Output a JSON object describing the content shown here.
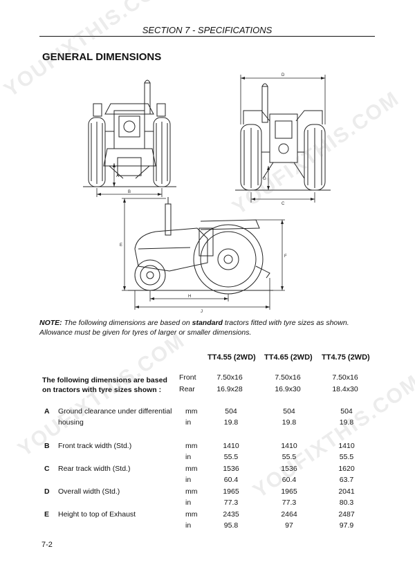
{
  "header": {
    "section": "SECTION 7  - SPECIFICATIONS"
  },
  "title": "GENERAL DIMENSIONS",
  "figure_labels": {
    "A": "A",
    "B": "B",
    "C": "C",
    "D": "D",
    "E": "E",
    "F": "F",
    "G": "G",
    "H": "H",
    "J": "J"
  },
  "note": {
    "lead": "NOTE:",
    "pre": " The following dimensions are based on ",
    "bold": "standard",
    "post": " tractors fitted with tyre sizes as shown. Allowance must be given for tyres of larger or smaller dimensions."
  },
  "models": [
    "TT4.55 (2WD)",
    "TT4.65 (2WD)",
    "TT4.75 (2WD)"
  ],
  "intro": "The following dimensions are based on tractors with tyre sizes shown :",
  "tyres": [
    {
      "position": "Front",
      "values": [
        "7.50x16",
        "7.50x16",
        "7.50x16"
      ]
    },
    {
      "position": "Rear",
      "values": [
        "16.9x28",
        "16.9x30",
        "18.4x30"
      ]
    }
  ],
  "rows": [
    {
      "letter": "A",
      "label": "Ground clearance under differential",
      "label2": "housing",
      "units": [
        {
          "unit": "mm",
          "values": [
            "504",
            "504",
            "504"
          ]
        },
        {
          "unit": "in",
          "values": [
            "19.8",
            "19.8",
            "19.8"
          ]
        }
      ]
    },
    {
      "letter": "B",
      "label": "Front track width (Std.)",
      "label2": "",
      "units": [
        {
          "unit": "mm",
          "values": [
            "1410",
            "1410",
            "1410"
          ]
        },
        {
          "unit": "in",
          "values": [
            "55.5",
            "55.5",
            "55.5"
          ]
        }
      ]
    },
    {
      "letter": "C",
      "label": "Rear track width (Std.)",
      "label2": "",
      "units": [
        {
          "unit": "mm",
          "values": [
            "1536",
            "1536",
            "1620"
          ]
        },
        {
          "unit": "in",
          "values": [
            "60.4",
            "60.4",
            "63.7"
          ]
        }
      ]
    },
    {
      "letter": "D",
      "label": "Overall width (Std.)",
      "label2": "",
      "units": [
        {
          "unit": "mm",
          "values": [
            "1965",
            "1965",
            "2041"
          ]
        },
        {
          "unit": "in",
          "values": [
            "77.3",
            "77.3",
            "80.3"
          ]
        }
      ]
    },
    {
      "letter": "E",
      "label": "Height to top of Exhaust",
      "label2": "",
      "units": [
        {
          "unit": "mm",
          "values": [
            "2435",
            "2464",
            "2487"
          ]
        },
        {
          "unit": "in",
          "values": [
            "95.8",
            "97",
            "97.9"
          ]
        }
      ]
    }
  ],
  "page_number": "7-2",
  "watermark": "YOUFIXTHIS.COM"
}
